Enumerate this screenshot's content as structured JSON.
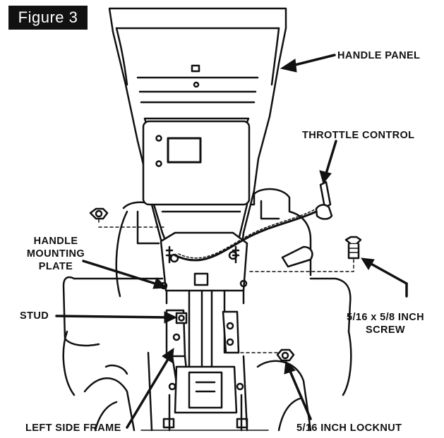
{
  "figure": {
    "label": "Figure 3",
    "badge_color": "#111111"
  },
  "callouts": {
    "handle_panel": "HANDLE PANEL",
    "throttle_control": "THROTTLE CONTROL",
    "handle_mounting_plate": [
      "HANDLE",
      "MOUNTING",
      "PLATE"
    ],
    "stud": "STUD",
    "screw": [
      "5/16 x 5/8 INCH",
      "SCREW"
    ],
    "left_side_frame": "LEFT SIDE FRAME",
    "locknut": "5/16 INCH LOCKNUT"
  },
  "colors": {
    "ink": "#111111",
    "paper": "#ffffff"
  }
}
